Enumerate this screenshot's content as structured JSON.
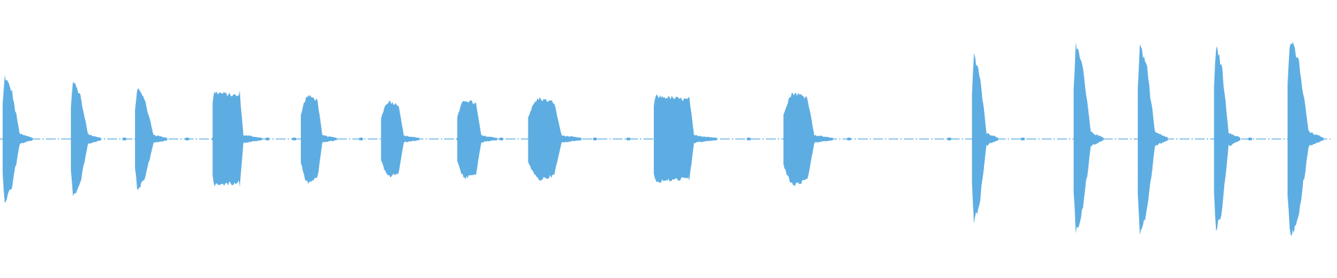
{
  "waveform": {
    "color": "#5dade2",
    "baseline_color": "#5dade2",
    "duration_fraction_end": 0.995,
    "blips": [
      0.02,
      0.058,
      0.093,
      0.14,
      0.16,
      0.2,
      0.22,
      0.27,
      0.3,
      0.343,
      0.375,
      0.398,
      0.445,
      0.47,
      0.56,
      0.59,
      0.635,
      0.71,
      0.765,
      0.81,
      0.87,
      0.91,
      0.935,
      0.985
    ],
    "bursts": [
      {
        "start": 0.002,
        "end": 0.015,
        "amp": 0.45,
        "shape": "spike-decay"
      },
      {
        "start": 0.053,
        "end": 0.066,
        "amp": 0.42,
        "shape": "spike-decay"
      },
      {
        "start": 0.101,
        "end": 0.115,
        "amp": 0.37,
        "shape": "spike-decay"
      },
      {
        "start": 0.159,
        "end": 0.182,
        "amp": 0.35,
        "shape": "block"
      },
      {
        "start": 0.225,
        "end": 0.241,
        "amp": 0.31,
        "shape": "rounded"
      },
      {
        "start": 0.285,
        "end": 0.302,
        "amp": 0.27,
        "shape": "rounded"
      },
      {
        "start": 0.342,
        "end": 0.36,
        "amp": 0.28,
        "shape": "rounded"
      },
      {
        "start": 0.395,
        "end": 0.42,
        "amp": 0.29,
        "shape": "rounded"
      },
      {
        "start": 0.489,
        "end": 0.519,
        "amp": 0.32,
        "shape": "block"
      },
      {
        "start": 0.586,
        "end": 0.609,
        "amp": 0.33,
        "shape": "rounded"
      },
      {
        "start": 0.727,
        "end": 0.738,
        "amp": 0.6,
        "shape": "spike-decay"
      },
      {
        "start": 0.803,
        "end": 0.816,
        "amp": 0.67,
        "shape": "spike-decay"
      },
      {
        "start": 0.851,
        "end": 0.864,
        "amp": 0.68,
        "shape": "spike-decay"
      },
      {
        "start": 0.908,
        "end": 0.919,
        "amp": 0.68,
        "shape": "spike-decay"
      },
      {
        "start": 0.963,
        "end": 0.979,
        "amp": 0.72,
        "shape": "spike-decay"
      }
    ]
  }
}
